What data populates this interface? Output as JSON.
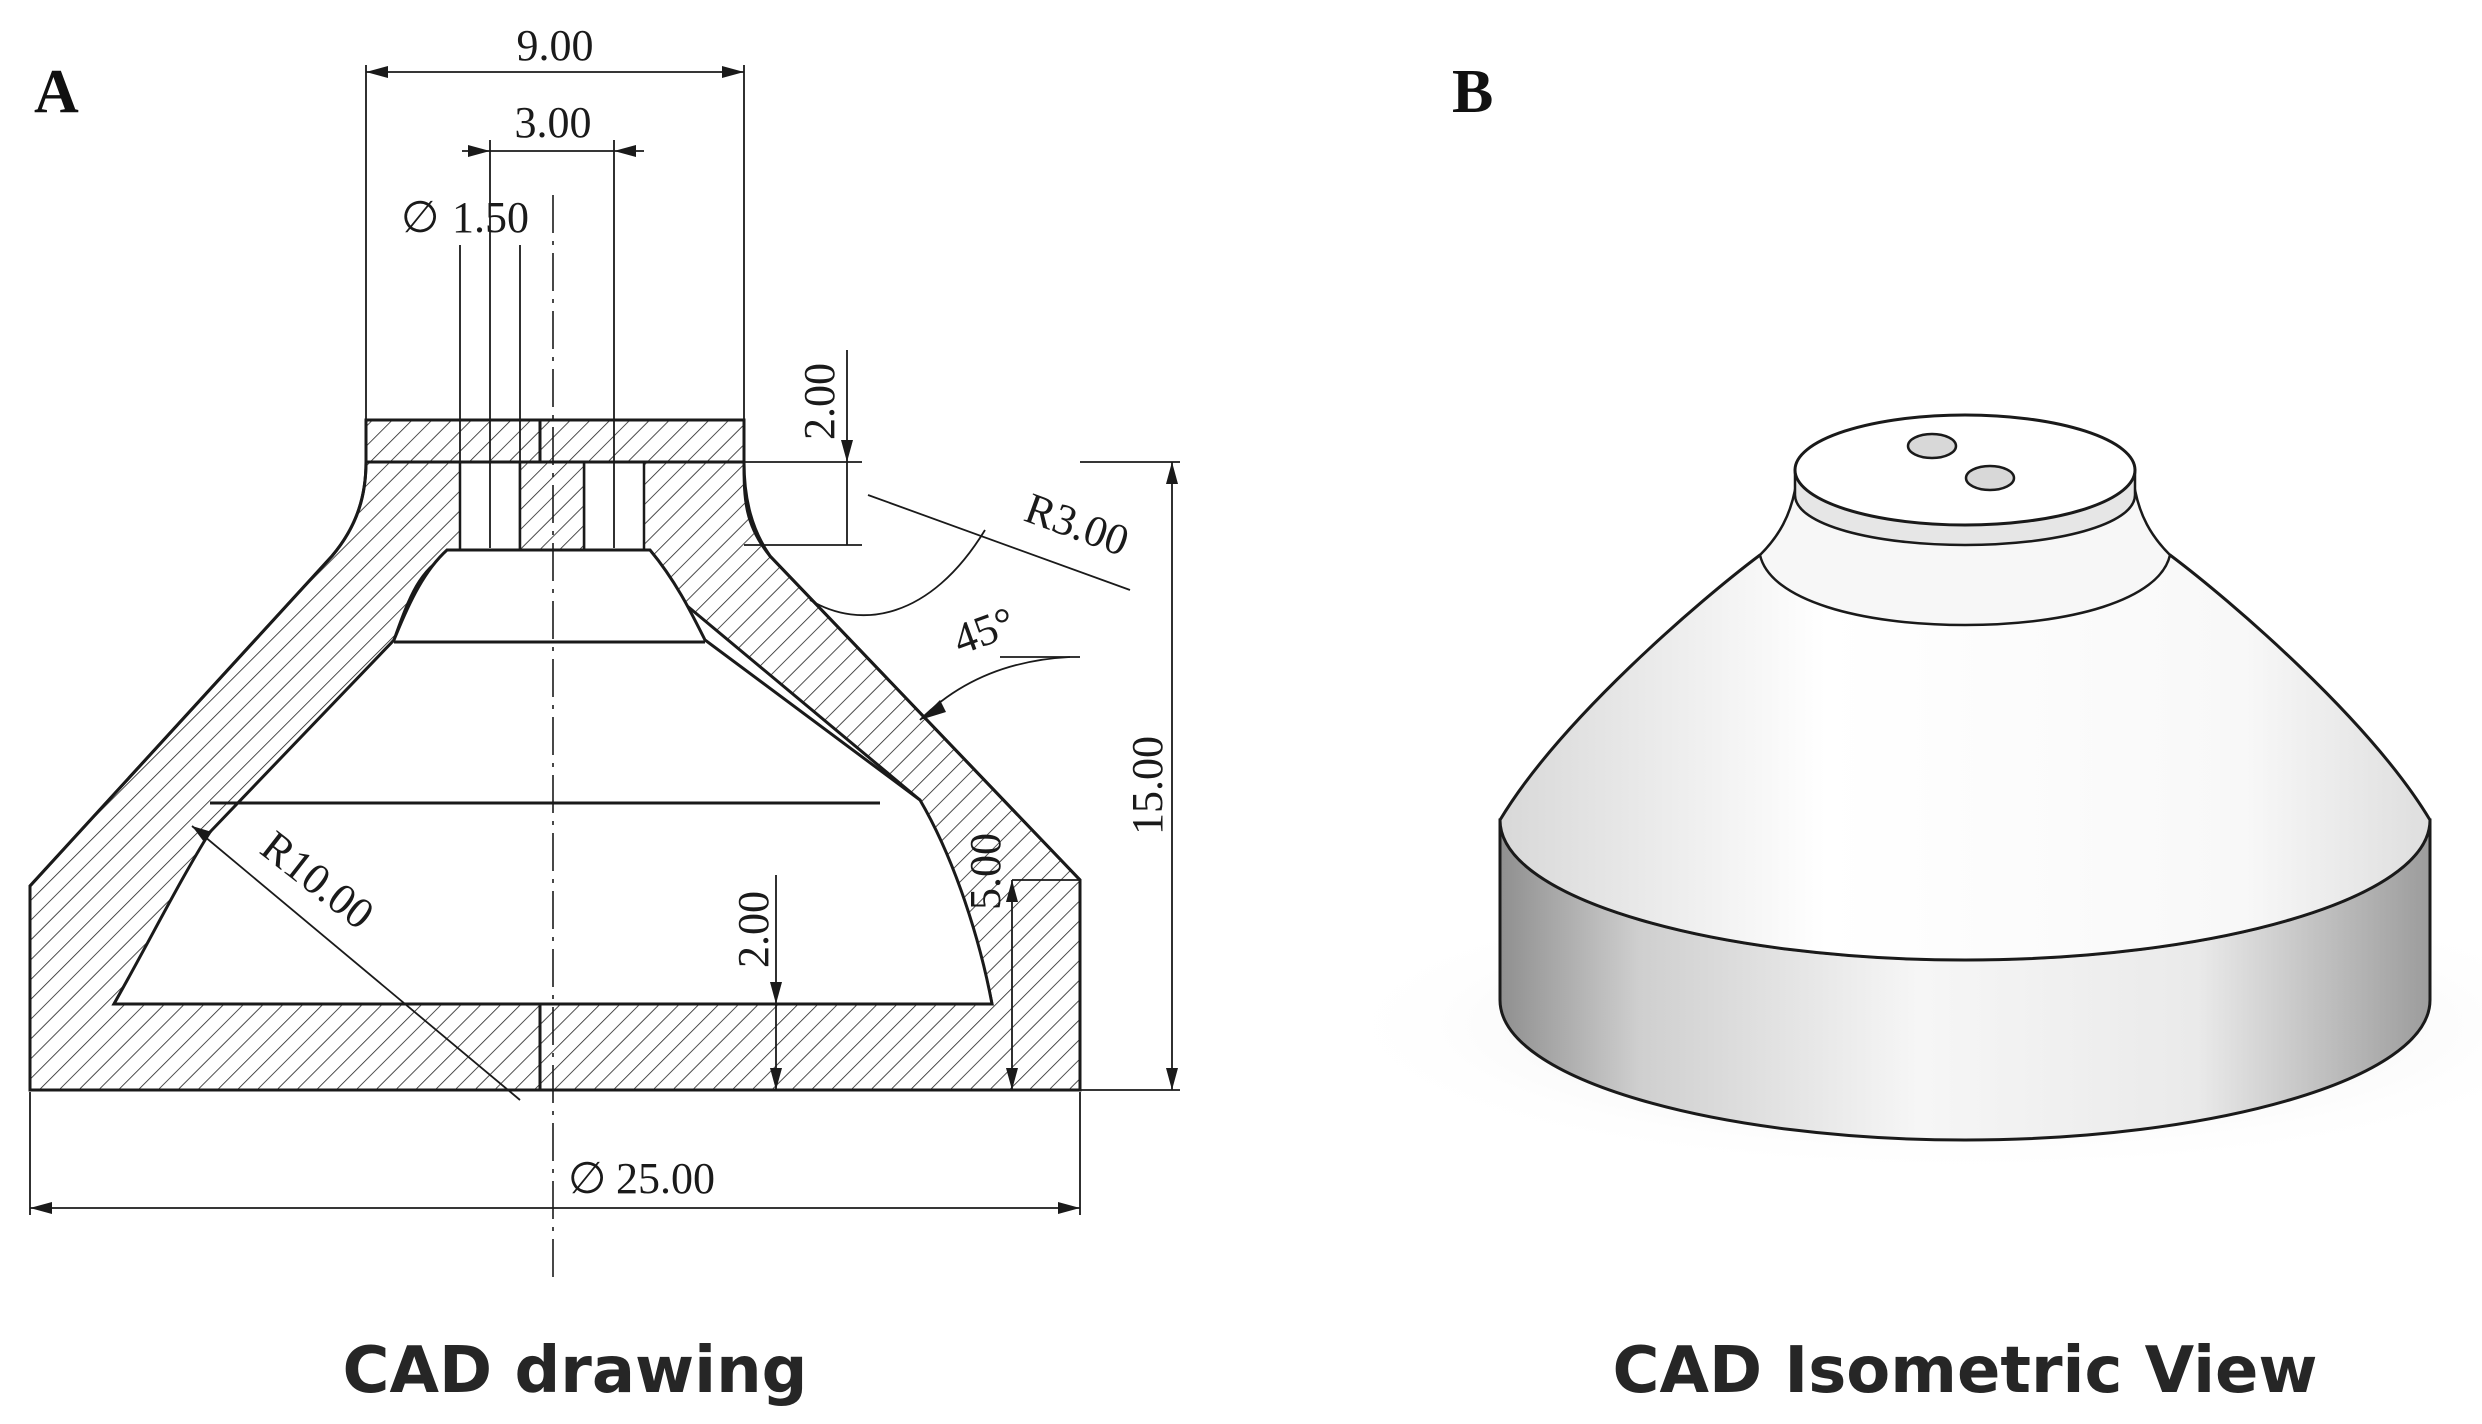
{
  "panels": {
    "a_label": "A",
    "b_label": "B"
  },
  "dimensions": {
    "top_width": "9.00",
    "hole_spacing": "3.00",
    "hole_diameter": "1.50",
    "top_thickness": "2.00",
    "fillet_radius": "R3.00",
    "angle": "45°",
    "total_height": "15.00",
    "side_height": "5.00",
    "inner_radius": "R10.00",
    "bottom_thickness": "2.00",
    "base_diameter": "25.00"
  },
  "symbols": {
    "diameter": "∅"
  },
  "captions": {
    "left": "CAD drawing",
    "right": "CAD Isometric View"
  }
}
